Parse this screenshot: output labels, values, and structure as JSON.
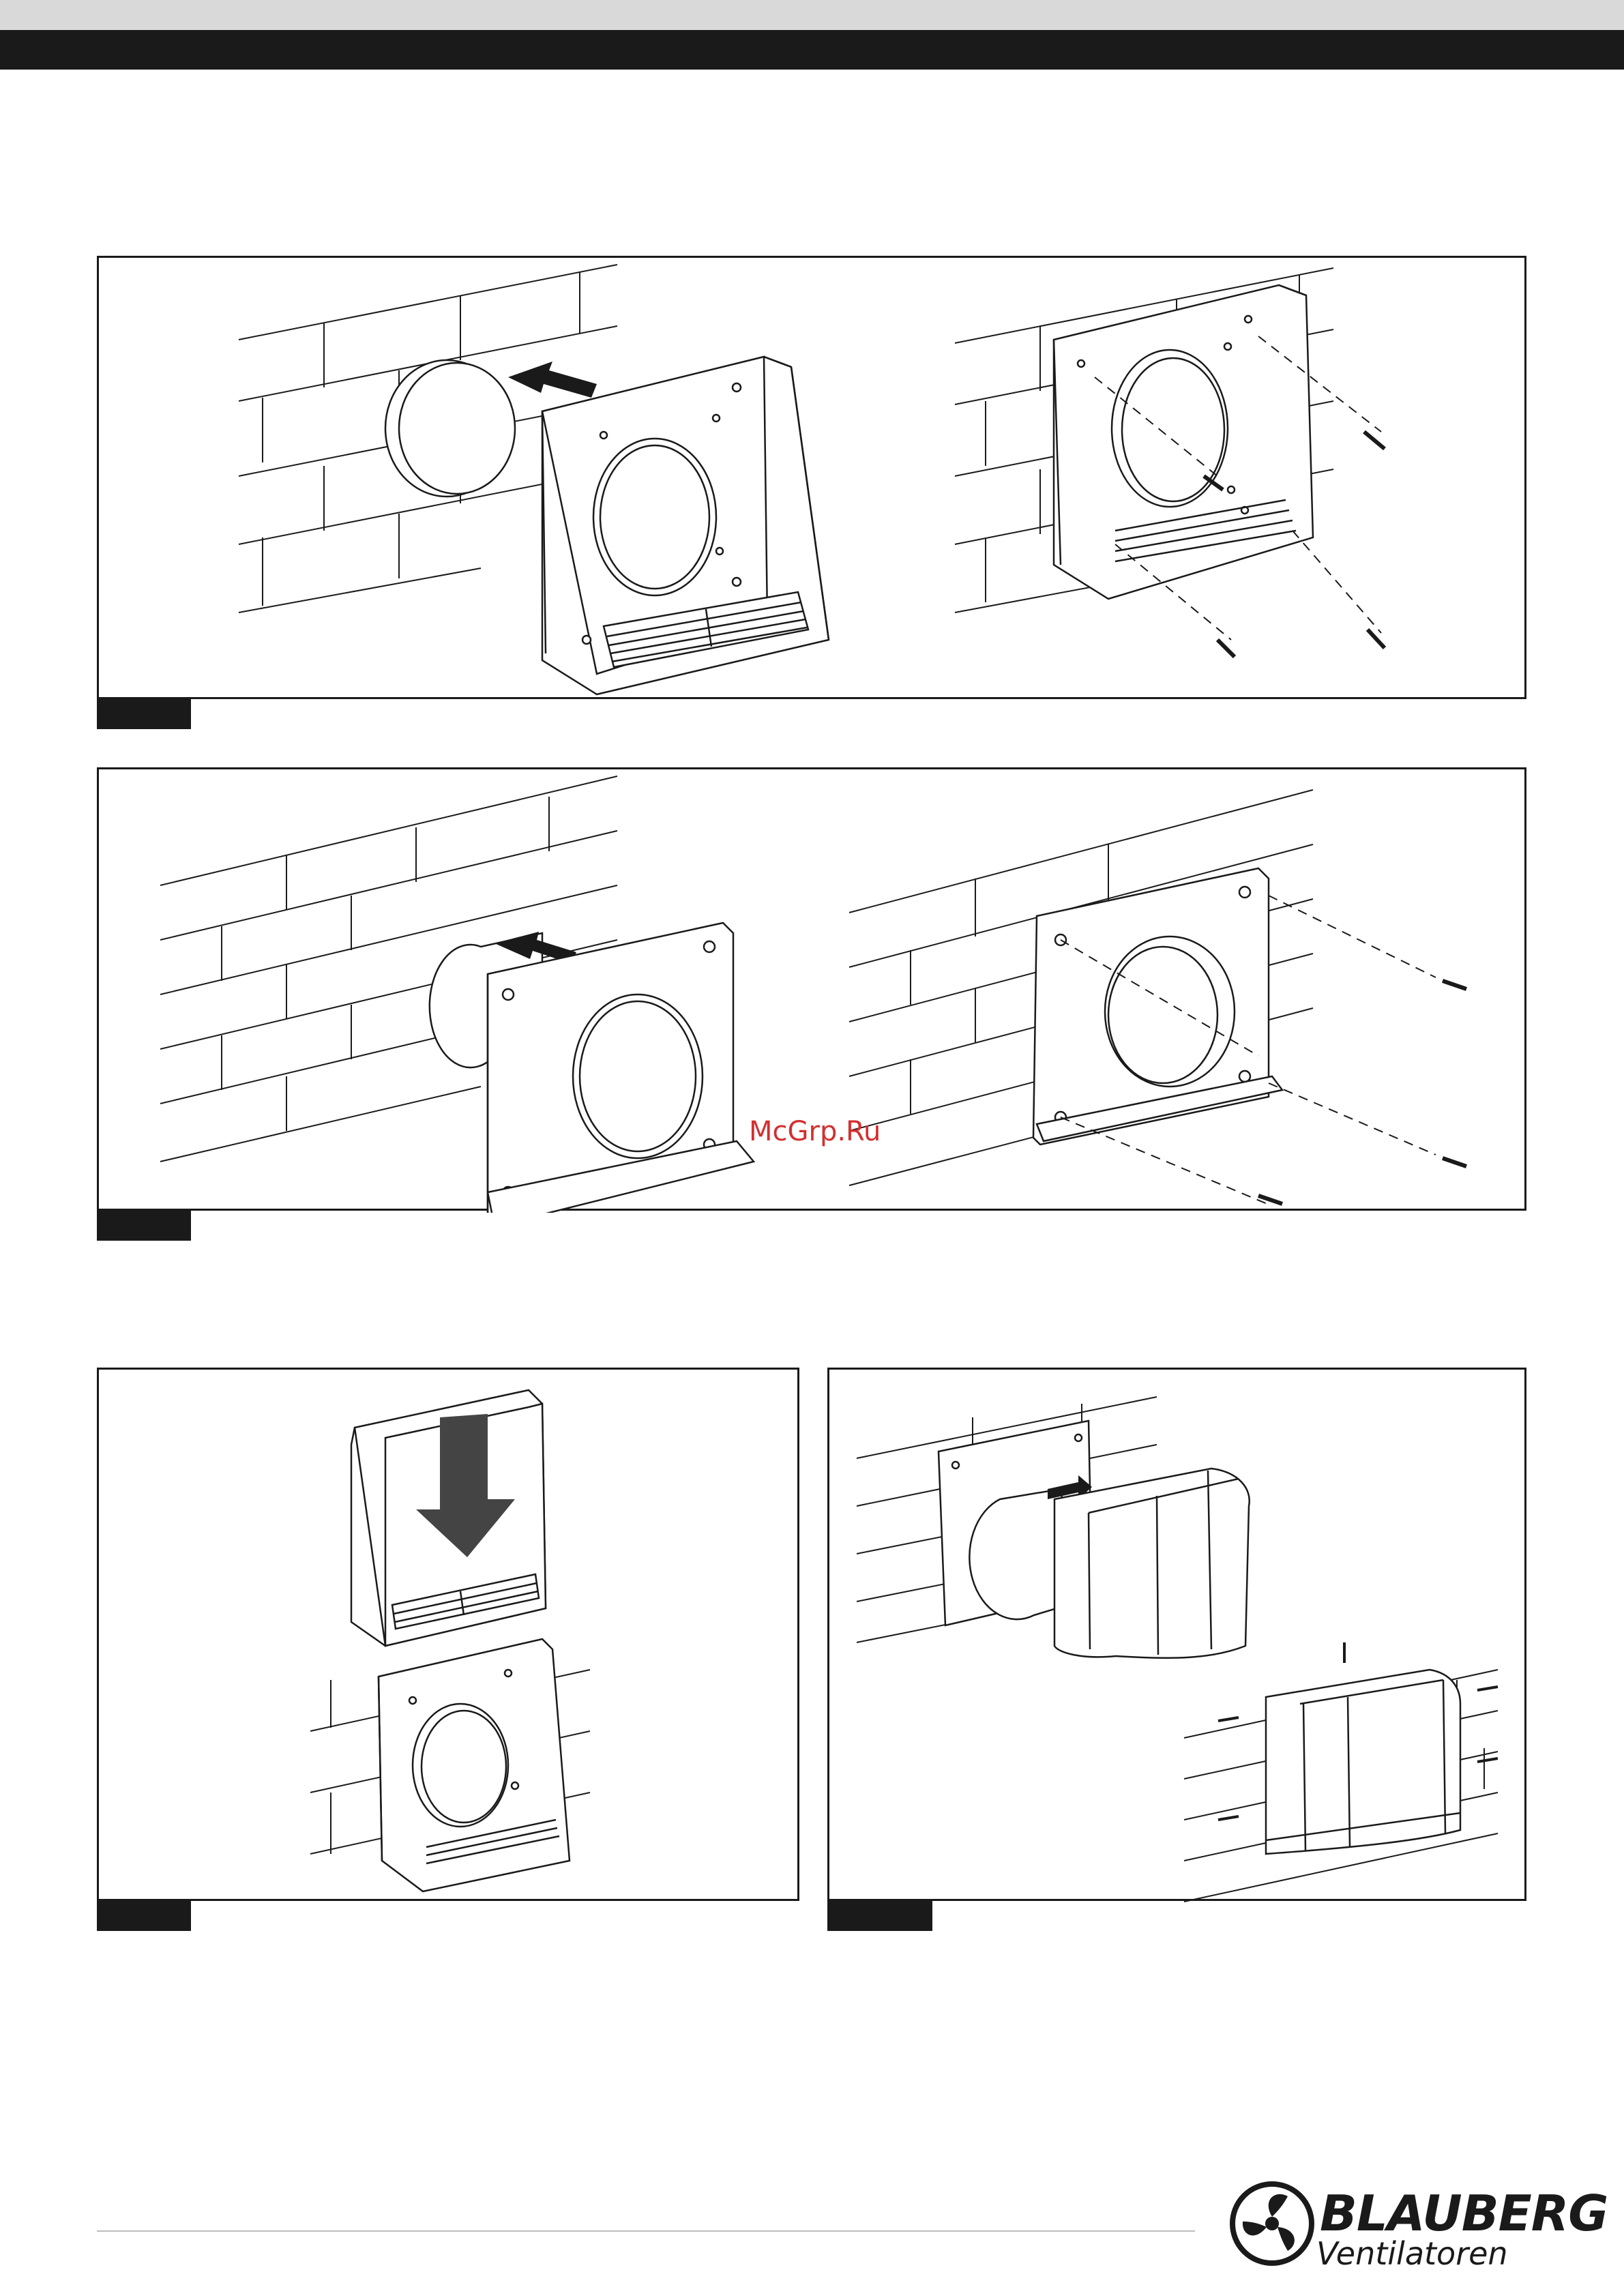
{
  "header": {
    "band_color": "#1a1a1a",
    "strip_color": "#d9d9d9"
  },
  "watermark": {
    "text": "McGrp.Ru",
    "color": "#d32f2f"
  },
  "figures": [
    {
      "id": "panel-1",
      "scenes": [
        "pipe-insert-hood",
        "hood-screws"
      ]
    },
    {
      "id": "panel-2",
      "scenes": [
        "pipe-insert-plate",
        "plate-screws"
      ]
    },
    {
      "id": "panel-3",
      "scenes": [
        "hood-slide-down"
      ]
    },
    {
      "id": "panel-4",
      "scenes": [
        "box-hood-assembly"
      ]
    }
  ],
  "logo": {
    "brand": "BLAUBERG",
    "sub": "Ventilatoren"
  },
  "icons": [
    "fan-logo-icon"
  ]
}
